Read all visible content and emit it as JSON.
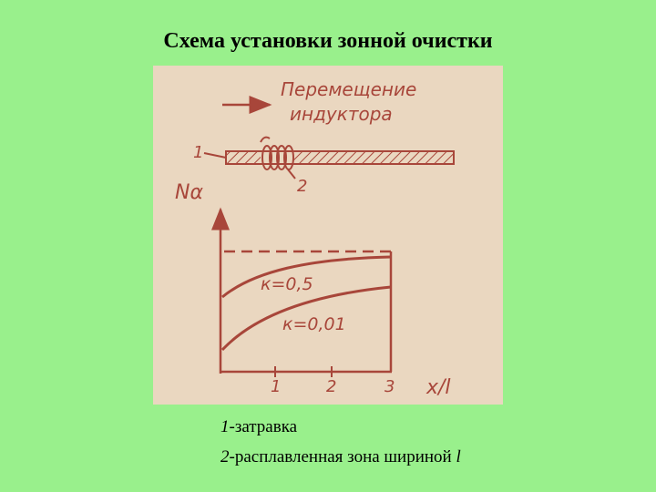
{
  "title": "Схема установки зонной очистки",
  "figure": {
    "arrow_label_line1": "Перемещение",
    "arrow_label_line2": "индуктора",
    "part1_label": "1",
    "part2_label": "2",
    "y_axis_label": "Nα",
    "curve_upper_label": "к=0,5",
    "curve_lower_label": "к=0,01",
    "x_ticks": [
      "1",
      "2",
      "3"
    ],
    "x_axis_label": "x/l",
    "stroke_color": "#a8463a",
    "background_color": "#ead7c0"
  },
  "legend": [
    {
      "number": "1",
      "text": "-затравка",
      "italic_suffix": ""
    },
    {
      "number": "2",
      "text": "-расплавленная зона шириной ",
      "italic_suffix": "l"
    }
  ],
  "page_background": "#99f08c"
}
